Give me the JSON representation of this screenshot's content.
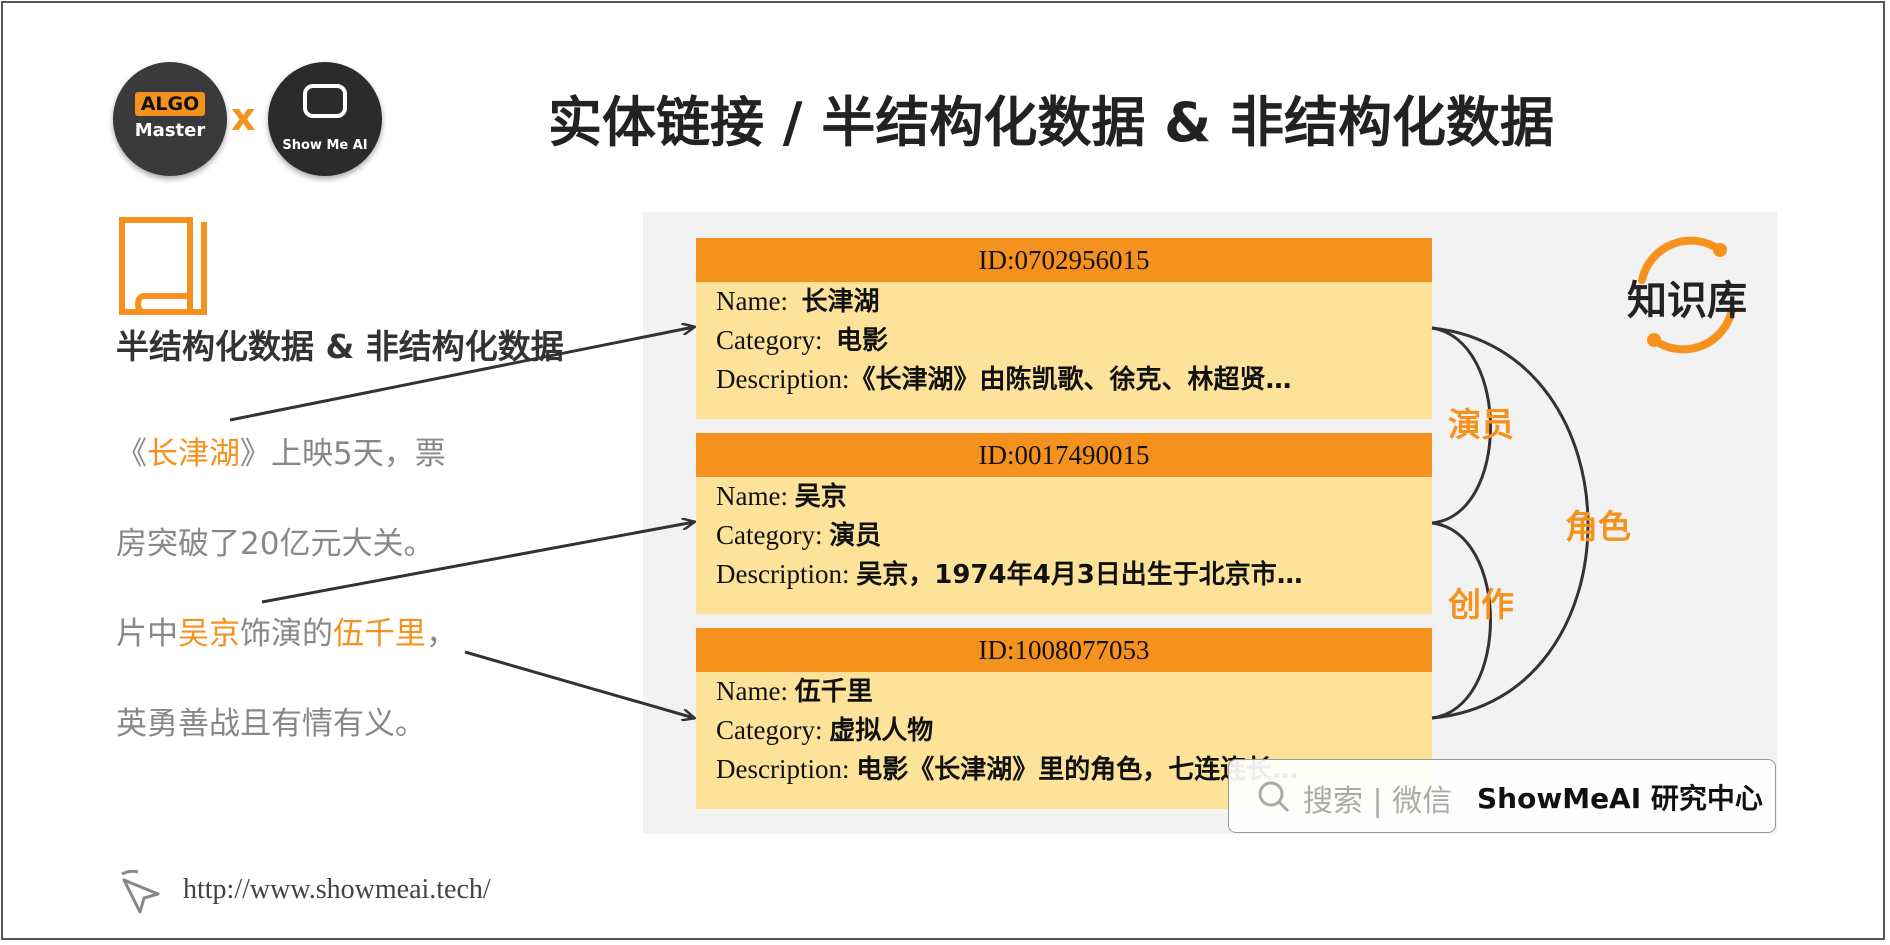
{
  "title": "实体链接 / 半结构化数据 & 非结构化数据",
  "logos": {
    "algo_badge": "ALGO",
    "algo_name": "Master",
    "separator": "x",
    "showme": "Show Me AI"
  },
  "section_label": "半结构化数据 & 非结构化数据",
  "paragraph": {
    "line1": {
      "pre": "《",
      "hl": "长津湖",
      "post": "》上映5天，票"
    },
    "line2": "房突破了20亿元大关。",
    "line3": {
      "pre": "片中",
      "hl1": "吴京",
      "mid": "饰演的",
      "hl2": "伍千里",
      "post": "，"
    },
    "line4": "英勇善战且有情有义。"
  },
  "entities": [
    {
      "id": "ID:0702956015",
      "name_key": "Name:",
      "name": "长津湖",
      "category_key": "Category:",
      "category": "电影",
      "desc_key": "Description:",
      "description": "《长津湖》由陈凯歌、徐克、林超贤…"
    },
    {
      "id": "ID:0017490015",
      "name_key": "Name:",
      "name": "吴京",
      "category_key": "Category:",
      "category": "演员",
      "desc_key": "Description:",
      "description": "吴京，1974年4月3日出生于北京市…"
    },
    {
      "id": "ID:1008077053",
      "name_key": "Name:",
      "name": "伍千里",
      "category_key": "Category:",
      "category": "虚拟人物",
      "desc_key": "Description:",
      "description": "电影《长津湖》里的角色，七连连长…"
    }
  ],
  "relations": {
    "actor": "演员",
    "creation": "创作",
    "role": "角色"
  },
  "knowledge_base": "知识库",
  "search": {
    "hint": "搜索 | 微信",
    "brand": "ShowMeAI 研究中心"
  },
  "footer_url": "http://www.showmeai.tech/",
  "colors": {
    "accent": "#f5921e",
    "card": "#fde39a",
    "panel": "#f2f2f2"
  }
}
